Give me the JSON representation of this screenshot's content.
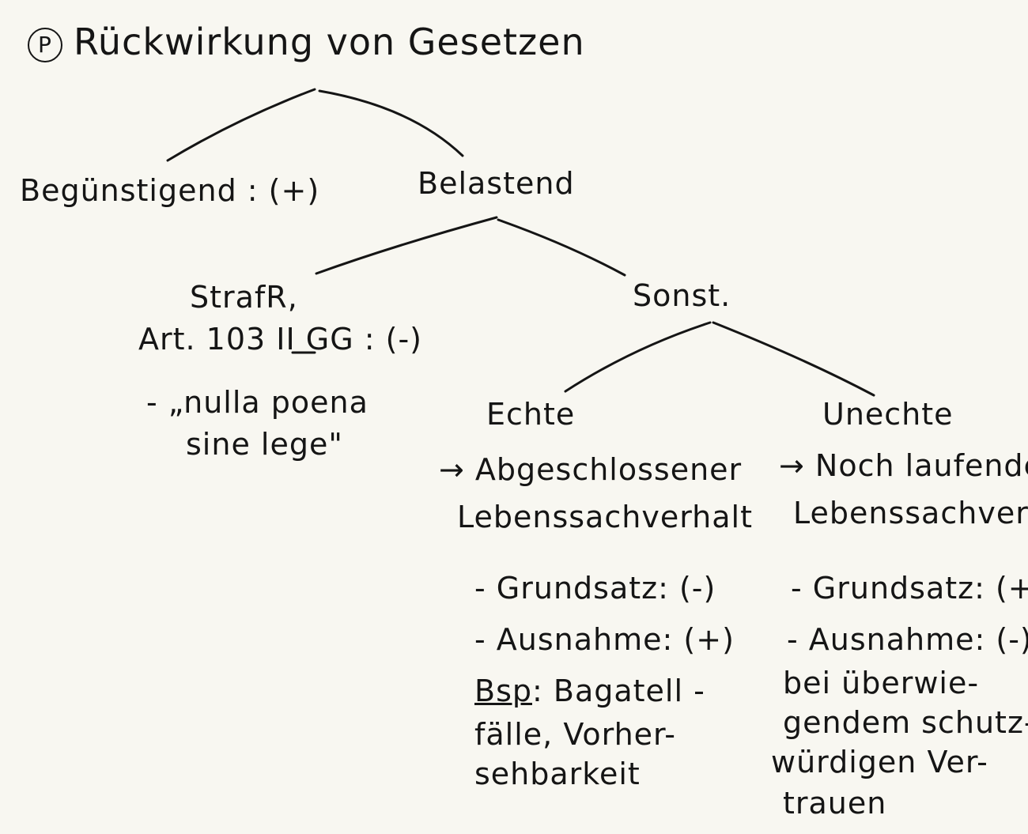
{
  "title": {
    "badge": "P",
    "text": "Rückwirkung von Gesetzen"
  },
  "branches": {
    "beguenstigend": "Begünstigend : (+)",
    "belastend": "Belastend"
  },
  "strafr": {
    "line1": "StrafR,",
    "line2": "Art. 103 II GG : (-)",
    "note1": "- „nulla poena",
    "note2": "sine lege\""
  },
  "sonst": "Sonst.",
  "echte": {
    "label": "Echte",
    "desc1": "→ Abgeschlossener",
    "desc2": "Lebenssachverhalt",
    "grundsatz": "- Grundsatz: (-)",
    "ausnahme": "- Ausnahme: (+)",
    "bsp_label": "Bsp",
    "bsp1": ": Bagatell -",
    "bsp2": "fälle, Vorher-",
    "bsp3": "sehbarkeit"
  },
  "unechte": {
    "label": "Unechte",
    "desc1": "→ Noch laufender",
    "desc2": "Lebenssachverh.",
    "grundsatz": "- Grundsatz: (+)",
    "ausnahme": "- Ausnahme: (-),",
    "line2": "bei überwie-",
    "line3": "gendem schutz-",
    "line4": "würdigen Ver-",
    "line5": "trauen"
  }
}
